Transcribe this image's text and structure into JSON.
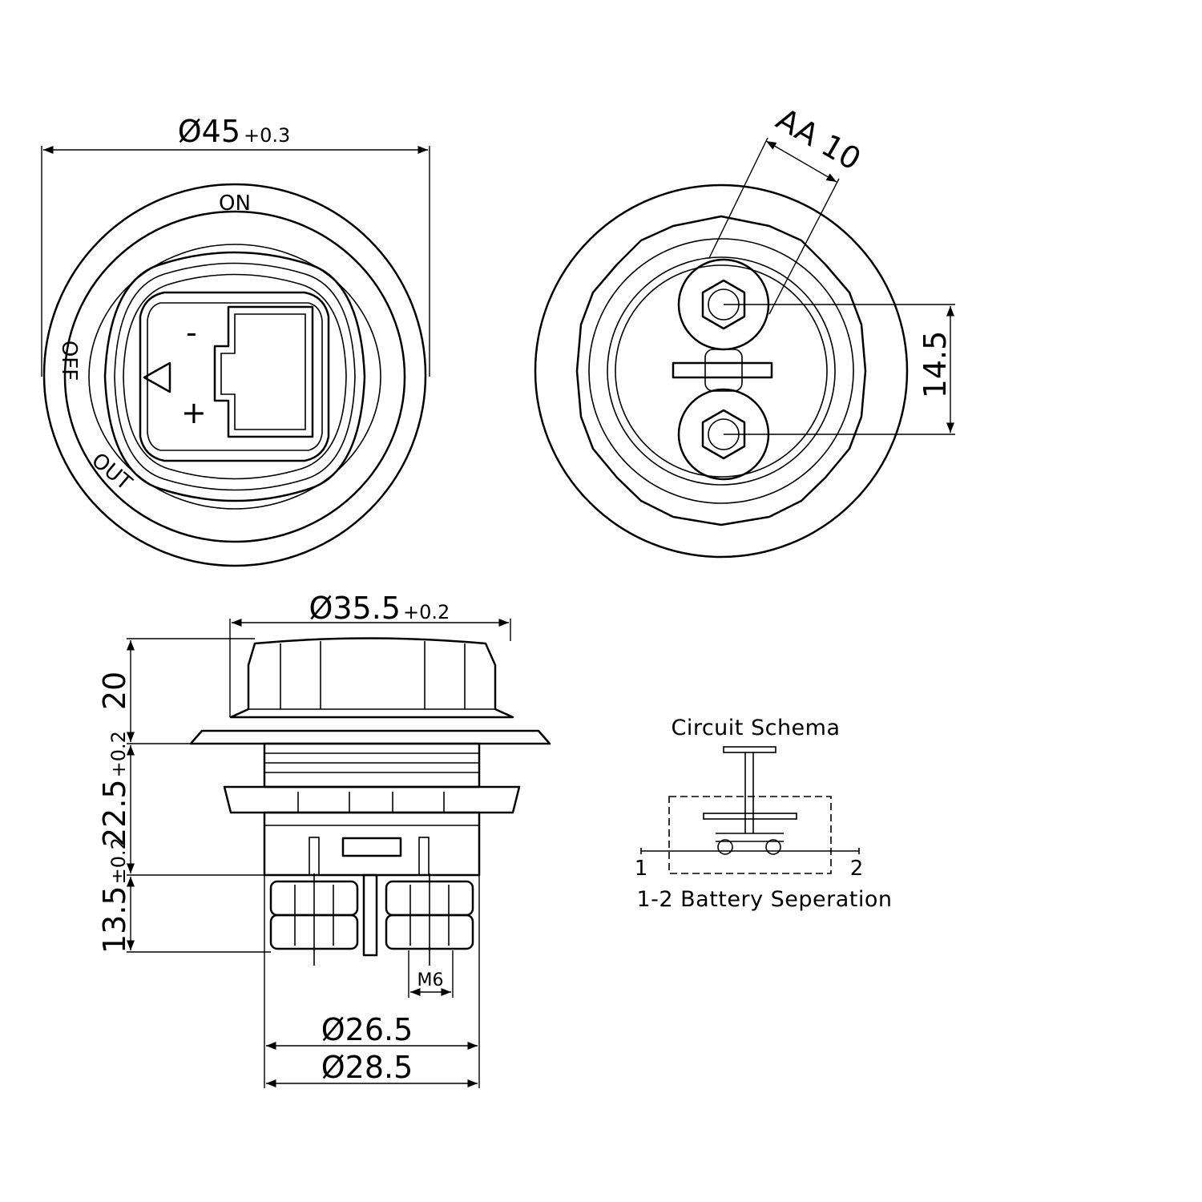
{
  "top_left_view": {
    "diameter_label": "Ø45",
    "diameter_tolerance": "+0.3",
    "position_on": "ON",
    "position_off": "OFF",
    "position_out": "OUT",
    "minus_sign": "-",
    "plus_sign": "+"
  },
  "top_right_view": {
    "across_flats_label": "AA 10",
    "terminal_spacing_label": "14.5"
  },
  "side_view": {
    "knob_diameter_label": "Ø35.5",
    "knob_diameter_tolerance": "+0.2",
    "height_knob_label": "20",
    "height_body_label": "22.5",
    "height_body_tolerance": "+0.2",
    "height_terminal_label": "13.5",
    "height_terminal_tolerance": "±0.2",
    "thread_label": "M6",
    "inner_diameter_label": "Ø26.5",
    "outer_diameter_label": "Ø28.5"
  },
  "circuit": {
    "title": "Circuit Schema",
    "terminal_1": "1",
    "terminal_2": "2",
    "caption": "1-2 Battery Seperation"
  }
}
